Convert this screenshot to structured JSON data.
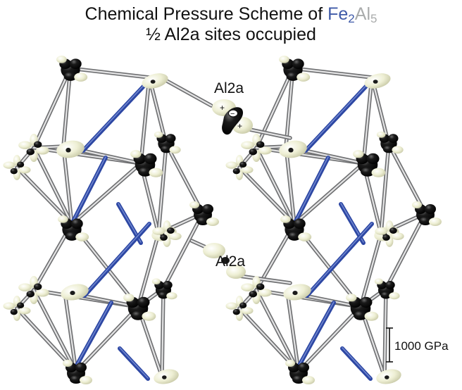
{
  "title": {
    "prefix": "Chemical Pressure Scheme of ",
    "fe": "Fe",
    "fe_sub": "2",
    "al": "Al",
    "al_sub": "5",
    "subtitle": "½ Al2a sites occupied"
  },
  "labels": {
    "site_top": "Al2a",
    "site_mid": "Al2a",
    "plus": "+",
    "minus": "−"
  },
  "scale_bar": {
    "label": "1000 GPa"
  },
  "colors": {
    "fe": "#3f5aa8",
    "al": "#a9abab",
    "fe_al_bond": "#2d47a3",
    "bond": "#8f9092",
    "positive_lobe": "#eeefd4",
    "negative_lobe": "#0d0d0d"
  }
}
